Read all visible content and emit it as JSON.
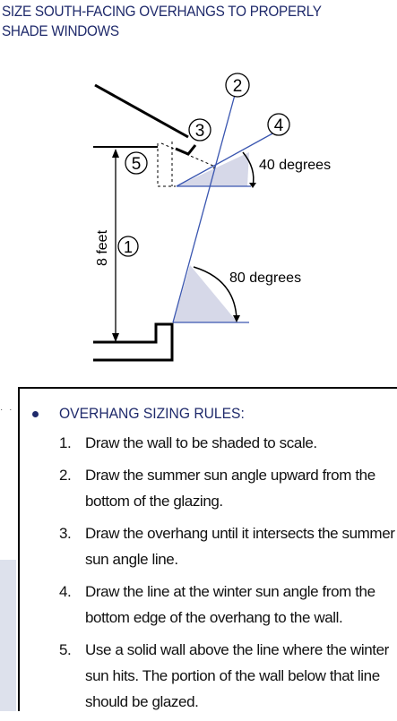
{
  "title": "SIZE SOUTH-FACING OVERHANGS TO PROPERLY\nSHADE WINDOWS",
  "diagram": {
    "markers": [
      "1",
      "2",
      "3",
      "4",
      "5"
    ],
    "height_label": "8 feet",
    "winter_angle_label": "40 degrees",
    "summer_angle_label": "80 degrees",
    "colors": {
      "angle_fill": "#d6d8e8",
      "line_blue": "#3a56b0",
      "title": "#1f2a6b"
    }
  },
  "rules": {
    "heading": "OVERHANG SIZING RULES:",
    "items": [
      {
        "num": "1.",
        "text": "Draw the wall to be shaded to scale."
      },
      {
        "num": "2.",
        "text": "Draw the summer sun angle upward from the bottom of the glazing."
      },
      {
        "num": "3.",
        "text": "Draw the overhang until it intersects the summer sun angle line."
      },
      {
        "num": "4.",
        "text": "Draw the line at the winter sun angle from the bottom edge of the overhang to the wall."
      },
      {
        "num": "5.",
        "text": "Use a solid wall above the line where the winter sun hits.  The portion of the wall below that line should be glazed."
      }
    ]
  }
}
